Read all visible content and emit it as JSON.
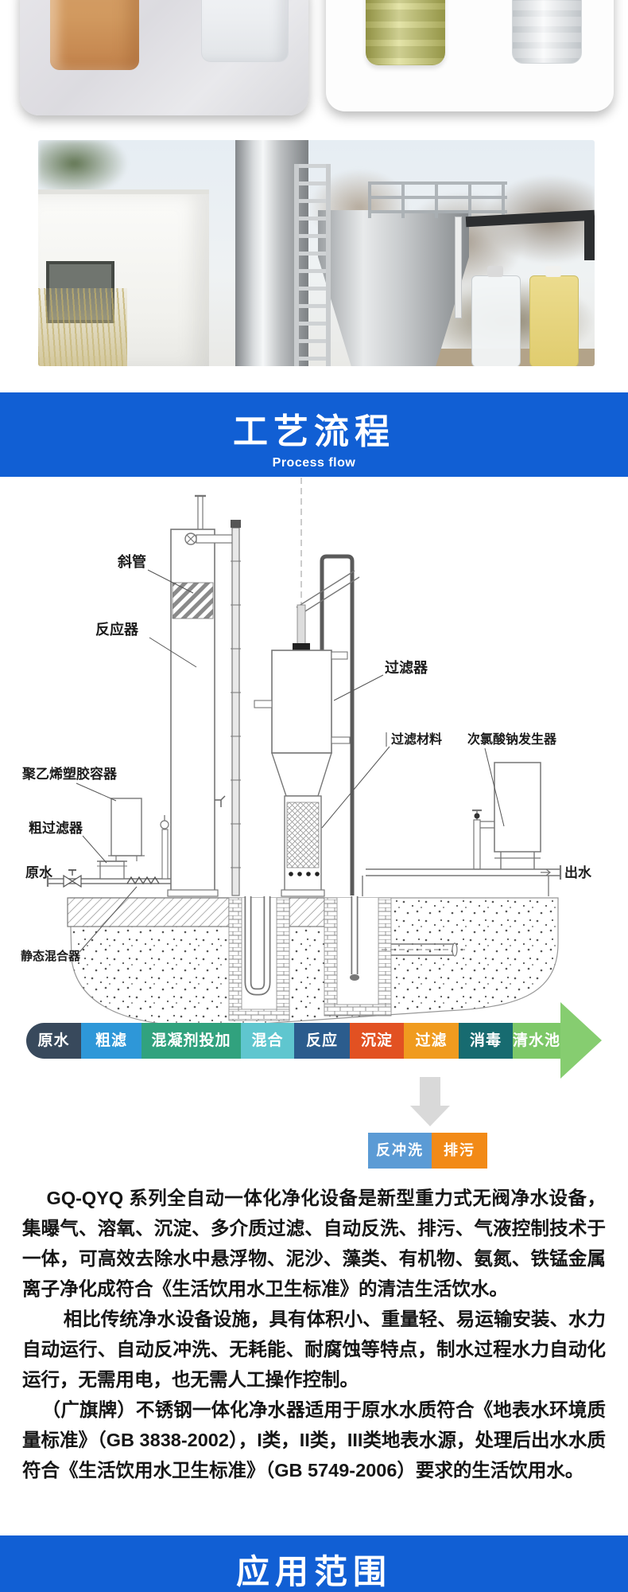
{
  "colors": {
    "banner_bg": "#115fd4",
    "flow_arrow_head": "#86cd70",
    "down_arrow": "#d9d9d9"
  },
  "process_banner": {
    "title": "工艺流程",
    "subtitle": "Process flow"
  },
  "application_banner": {
    "title": "应用范围"
  },
  "diagram": {
    "labels": {
      "inclined_tube": "斜管",
      "reactor": "反应器",
      "filter": "过滤器",
      "filter_media": "过滤材料",
      "naclo_generator": "次氯酸钠发生器",
      "pe_container": "聚乙烯塑胶容器",
      "coarse_filter": "粗过滤器",
      "raw_water": "原水",
      "outlet_water": "出水",
      "static_mixer": "静态混合器"
    }
  },
  "flow": {
    "steps": [
      {
        "label": "原水",
        "color": "#38495c"
      },
      {
        "label": "粗滤",
        "color": "#2e97d8"
      },
      {
        "label": "混凝剂投加",
        "color": "#31a27e"
      },
      {
        "label": "混合",
        "color": "#5fc6cf"
      },
      {
        "label": "反应",
        "color": "#2b5c8d"
      },
      {
        "label": "沉淀",
        "color": "#e25122"
      },
      {
        "label": "过滤",
        "color": "#f09b1f"
      },
      {
        "label": "消毒",
        "color": "#176b70"
      },
      {
        "label": "清水池",
        "color": "#7dc868"
      }
    ],
    "backwash": {
      "label": "反冲洗",
      "color": "#5b9bd5"
    },
    "drain": {
      "label": "排污",
      "color": "#f28a17"
    }
  },
  "description": {
    "p1": "GQ-QYQ 系列全自动一体化净化设备是新型重力式无阀净水设备，集曝气、溶氧、沉淀、多介质过滤、自动反洗、排污、气液控制技术于一体，可高效去除水中悬浮物、泥沙、藻类、有机物、氨氮、铁锰金属离子净化成符合《生活饮用水卫生标准》的清洁生活饮水。",
    "p2": "相比传统净水设备设施，具有体积小、重量轻、易运输安装、水力自动运行、自动反冲洗、无耗能、耐腐蚀等特点，制水过程水力自动化运行，无需用电，也无需人工操作控制。",
    "p3": "（广旗牌）不锈钢一体化净水器适用于原水水质符合《地表水环境质量标准》（GB 3838-2002），I类，II类，III类地表水源，处理后出水水质符合《生活饮用水卫生标准》（GB 5749-2006）要求的生活饮用水。"
  }
}
